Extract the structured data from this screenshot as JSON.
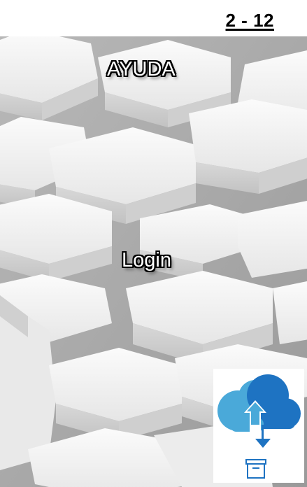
{
  "header": {
    "page_counter": "2 - 12"
  },
  "links": {
    "help_label": "AYUDA",
    "login_label": "Login"
  },
  "colors": {
    "background_tile": "#eeeeee",
    "cloud_light": "#4aa9d9",
    "cloud_dark": "#1e73c2",
    "text_outline": "#000000",
    "text_fill": "#ffffff"
  },
  "icons": {
    "background": "hexagon-tiles-pattern",
    "upload_widget": "cloud-archive-icon"
  }
}
